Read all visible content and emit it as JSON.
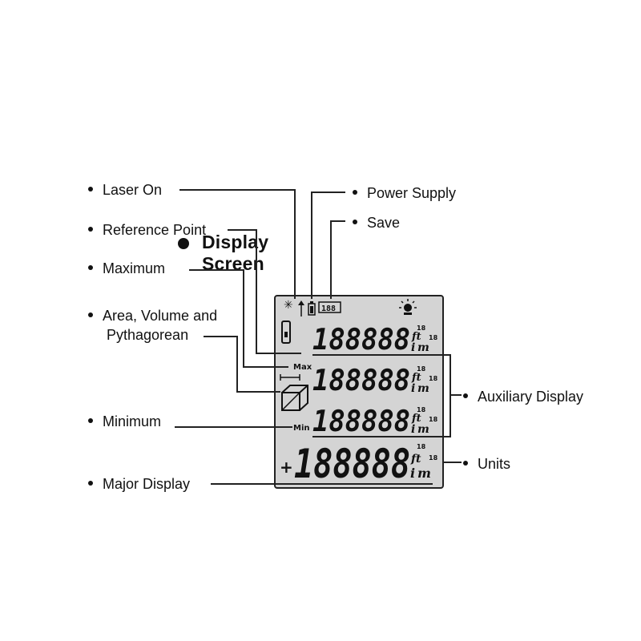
{
  "title": "Display Screen",
  "labels": {
    "laser_on": "Laser On",
    "reference_point": "Reference Point",
    "maximum": "Maximum",
    "area_line1": "Area, Volume and",
    "area_line2": "Pythagorean",
    "minimum": "Minimum",
    "major_display": "Major Display",
    "power_supply": "Power Supply",
    "save": "Save",
    "auxiliary_display": "Auxiliary Display",
    "units": "Units"
  },
  "lcd": {
    "aux_digits": "188888",
    "major_sign": "+",
    "major_digits": "188888",
    "unit_ft": "ft",
    "unit_m": "m",
    "unit_i": "i",
    "frac": "18",
    "max_tag": "Max",
    "min_tag": "Min",
    "memory_digits": "188"
  },
  "colors": {
    "lcd_bg": "#d4d4d4",
    "ink": "#111111",
    "line": "#222222"
  }
}
